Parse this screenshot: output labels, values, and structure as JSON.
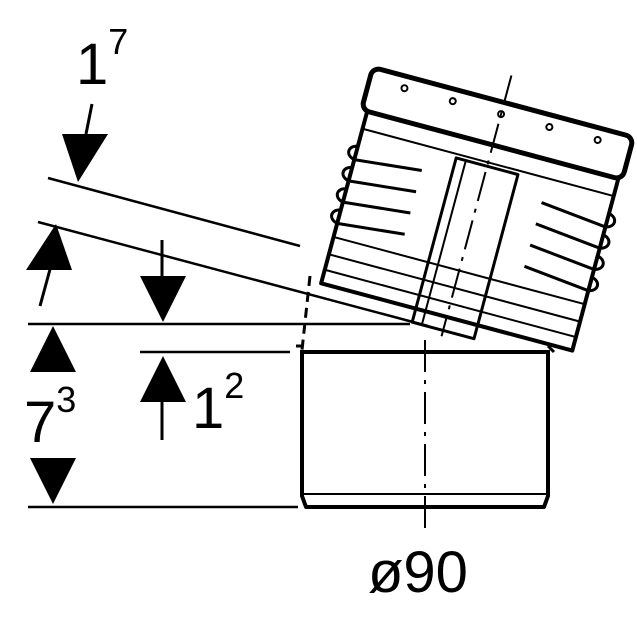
{
  "dimensions": {
    "offset_top": {
      "main": "1",
      "sup": "7"
    },
    "height_total": {
      "main": "7",
      "sup": "3"
    },
    "socket_depth": {
      "main": "1",
      "sup": "2"
    },
    "diameter": "ø90"
  },
  "colors": {
    "line": "#000000",
    "background": "#ffffff"
  }
}
